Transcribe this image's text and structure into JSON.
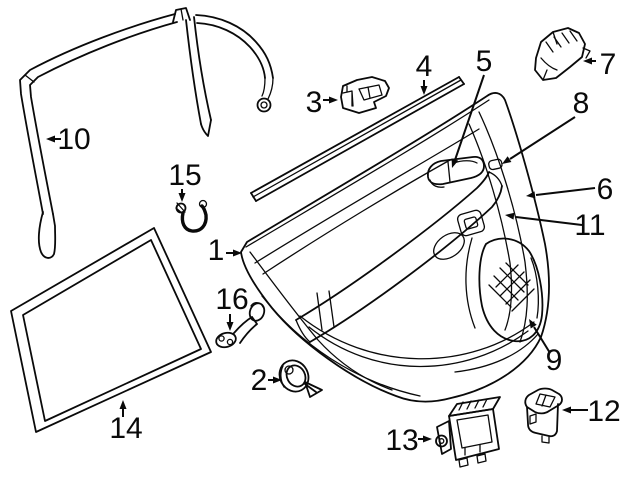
{
  "diagram": {
    "background_color": "#ffffff",
    "line_color": "#0a0a0a",
    "callouts": [
      {
        "number": "1"
      },
      {
        "number": "2"
      },
      {
        "number": "3"
      },
      {
        "number": "4"
      },
      {
        "number": "5"
      },
      {
        "number": "6"
      },
      {
        "number": "7"
      },
      {
        "number": "8"
      },
      {
        "number": "9"
      },
      {
        "number": "10"
      },
      {
        "number": "11"
      },
      {
        "number": "12"
      },
      {
        "number": "13"
      },
      {
        "number": "14"
      },
      {
        "number": "15"
      },
      {
        "number": "16"
      }
    ]
  }
}
